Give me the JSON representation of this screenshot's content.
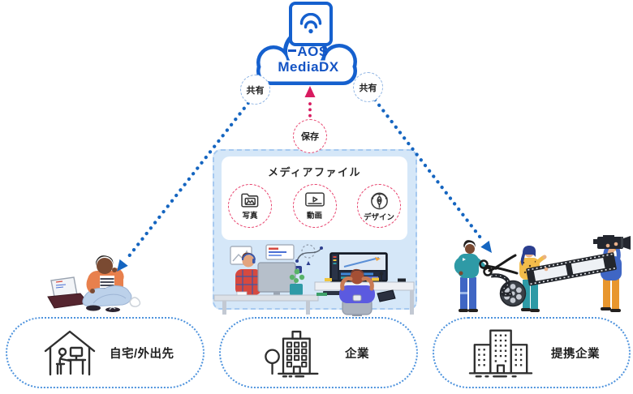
{
  "cloud": {
    "brand_line1": "AOS",
    "brand_line2": "MediaDX"
  },
  "badges": {
    "share_left": "共有",
    "share_right": "共有",
    "save": "保存"
  },
  "media_panel": {
    "title": "メディアファイル",
    "items": [
      {
        "label": "写真",
        "icon": "photo-folder-icon"
      },
      {
        "label": "動画",
        "icon": "video-player-icon"
      },
      {
        "label": "デザイン",
        "icon": "pen-tool-icon"
      }
    ]
  },
  "locations": [
    {
      "label": "自宅/外出先",
      "icon": "home-worker-icon"
    },
    {
      "label": "企業",
      "icon": "company-building-icon"
    },
    {
      "label": "提携企業",
      "icon": "partner-company-icon"
    }
  ],
  "colors": {
    "brand_blue": "#1560CE",
    "arrow_blue": "#1565C0",
    "arrow_pink": "#D81B60",
    "panel_bg": "#D5E7F8",
    "item_ring_pink": "#E8436E",
    "pill_border_blue": "#4E93DD"
  }
}
